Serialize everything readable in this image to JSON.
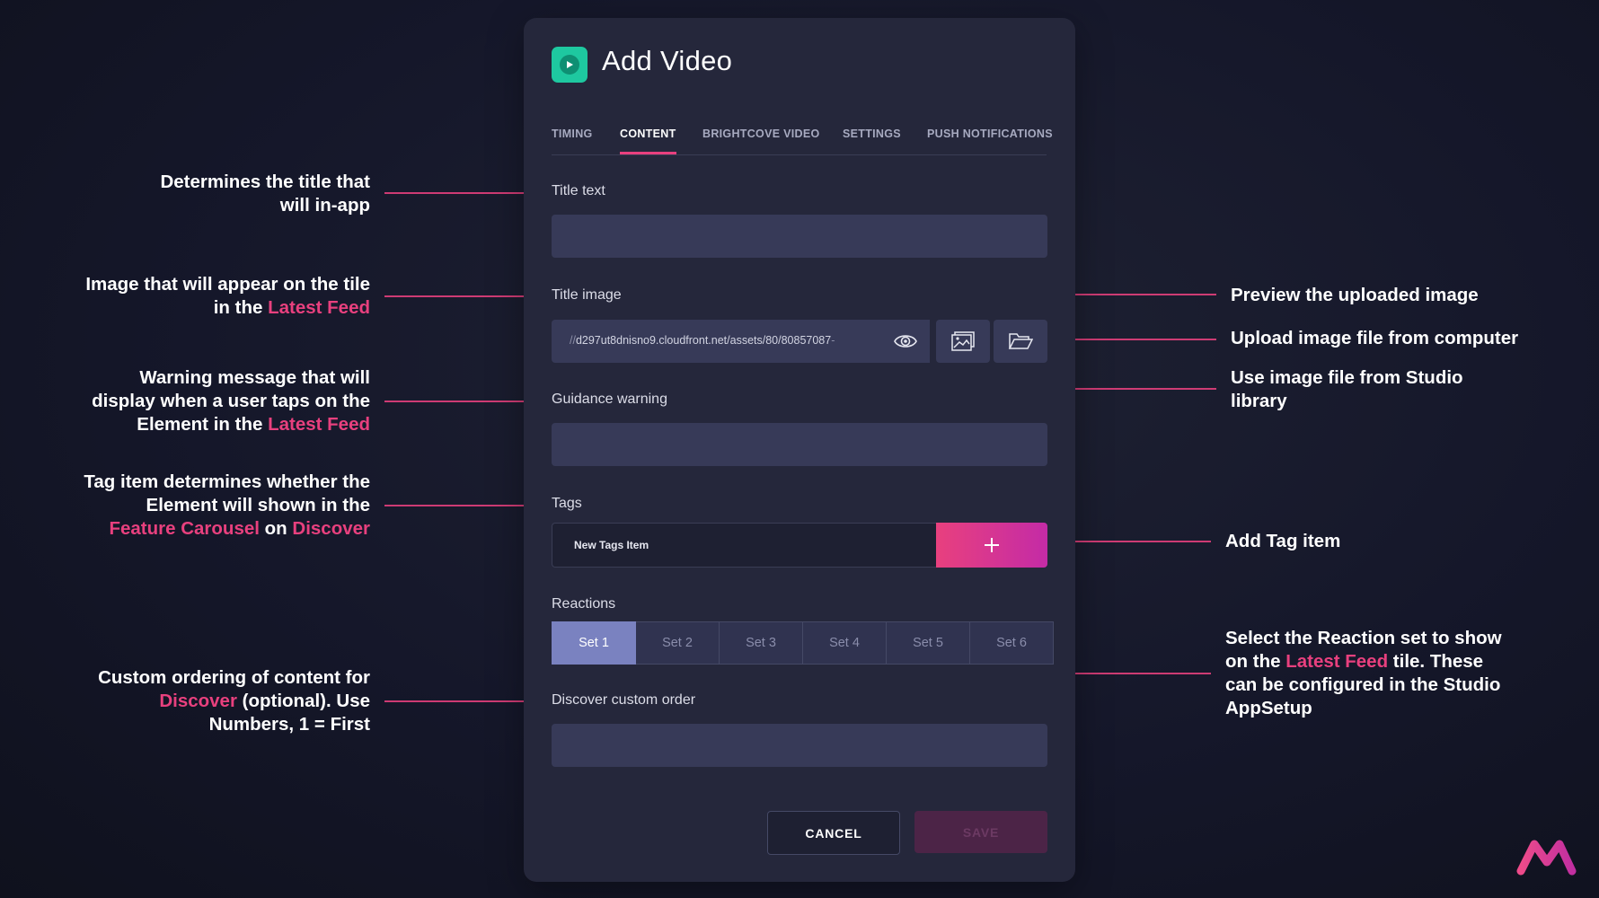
{
  "dialog": {
    "title": "Add Video",
    "tabs": [
      {
        "label": "TIMING"
      },
      {
        "label": "CONTENT",
        "active": true
      },
      {
        "label": "BRIGHTCOVE VIDEO"
      },
      {
        "label": "SETTINGS"
      },
      {
        "label": "PUSH NOTIFICATIONS"
      }
    ],
    "fields": {
      "title_text": {
        "label": "Title text",
        "value": ""
      },
      "title_image": {
        "label": "Title image",
        "value_prefix": "//",
        "value_main": "d297ut8dnisno9.cloudfront.net/assets/80/80857087",
        "value_fade": "-"
      },
      "guidance_warning": {
        "label": "Guidance warning",
        "value": ""
      },
      "tags": {
        "label": "Tags",
        "value": "New Tags Item"
      },
      "reactions": {
        "label": "Reactions",
        "sets": [
          "Set 1",
          "Set 2",
          "Set 3",
          "Set 4",
          "Set 5",
          "Set 6"
        ],
        "selected": "Set 1"
      },
      "discover_custom_order": {
        "label": "Discover custom order",
        "value": ""
      }
    },
    "buttons": {
      "cancel": "CANCEL",
      "save": "SAVE"
    }
  },
  "annotations": {
    "title_text": {
      "l1": "Determines the title that",
      "l2": "will in-app"
    },
    "title_image": {
      "l1": "Image that will appear on the tile",
      "l2_pre": "in the ",
      "l2_hl": "Latest Feed"
    },
    "guidance": {
      "l1": "Warning message that will",
      "l2": "display when a user taps on the",
      "l3_pre": "Element in the ",
      "l3_hl": "Latest Feed"
    },
    "tags": {
      "l1": "Tag item determines whether the",
      "l2": "Element will shown in the",
      "l3_hl1": "Feature Carousel",
      "l3_mid": " on ",
      "l3_hl2": "Discover"
    },
    "discover": {
      "l1": "Custom ordering of content for",
      "l2_hl": "Discover",
      "l2_post": " (optional). Use",
      "l3": "Numbers, 1 = First"
    },
    "preview": "Preview the uploaded image",
    "upload": "Upload image file from computer",
    "library": {
      "l1": "Use image file from Studio",
      "l2": "library"
    },
    "add_tag": "Add Tag item",
    "reactions": {
      "l1": "Select the Reaction set to show",
      "l2_pre": "on the ",
      "l2_hl": "Latest Feed",
      "l2_post": " tile. These",
      "l3": "can be configured in the Studio",
      "l4": "AppSetup"
    }
  },
  "colors": {
    "accent": "#e8407e",
    "accent2": "#c42ba6",
    "teal": "#1ec8a0",
    "panel": "#25273b",
    "field": "#373a58",
    "selected_set": "#7a82c0"
  },
  "icons": [
    "play-icon",
    "eye-icon",
    "image-library-icon",
    "folder-open-icon",
    "plus-icon",
    "brand-logo-icon"
  ]
}
